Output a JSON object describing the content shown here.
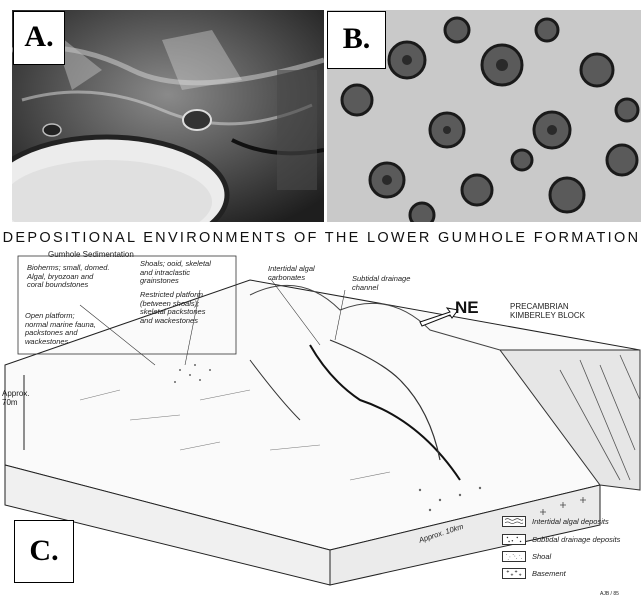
{
  "panels": {
    "a_label": "A.",
    "b_label": "B.",
    "c_label": "C."
  },
  "title": "DEPOSITIONAL ENVIRONMENTS OF THE LOWER GUMHOLE FORMATION",
  "heading": "Gumhole Sedimentation",
  "annotations": {
    "bioherms": [
      "Bioherms; small, domed.",
      "Algal, bryozoan and",
      "coral boundstones"
    ],
    "shoals": [
      "Shoals; ooid, skeletal",
      "and intraclastic",
      "grainstones"
    ],
    "restricted": [
      "Restricted platform",
      "(between shoals);",
      "skeletal packstones",
      "and wackestones"
    ],
    "open": [
      "Open platform;",
      "normal marine fauna,",
      "packstones and",
      "wackestones"
    ],
    "intertidal": [
      "Intertidal algal",
      "carbonates"
    ],
    "subtidal": [
      "Subtidal drainage",
      "channel"
    ],
    "precambrian": [
      "PRECAMBRIAN",
      "KIMBERLEY BLOCK"
    ],
    "ne": "NE",
    "approx_v": [
      "Approx.",
      "70m"
    ],
    "approx_h": "Approx. 10km",
    "credit": "AJB / 85"
  },
  "legend": [
    {
      "label": "Intertidal algal deposits",
      "pattern": "wavy"
    },
    {
      "label": "Subtidal drainage deposits",
      "pattern": "dots"
    },
    {
      "label": "Shoal",
      "pattern": "stipple"
    },
    {
      "label": "Basement",
      "pattern": "crosses"
    }
  ]
}
